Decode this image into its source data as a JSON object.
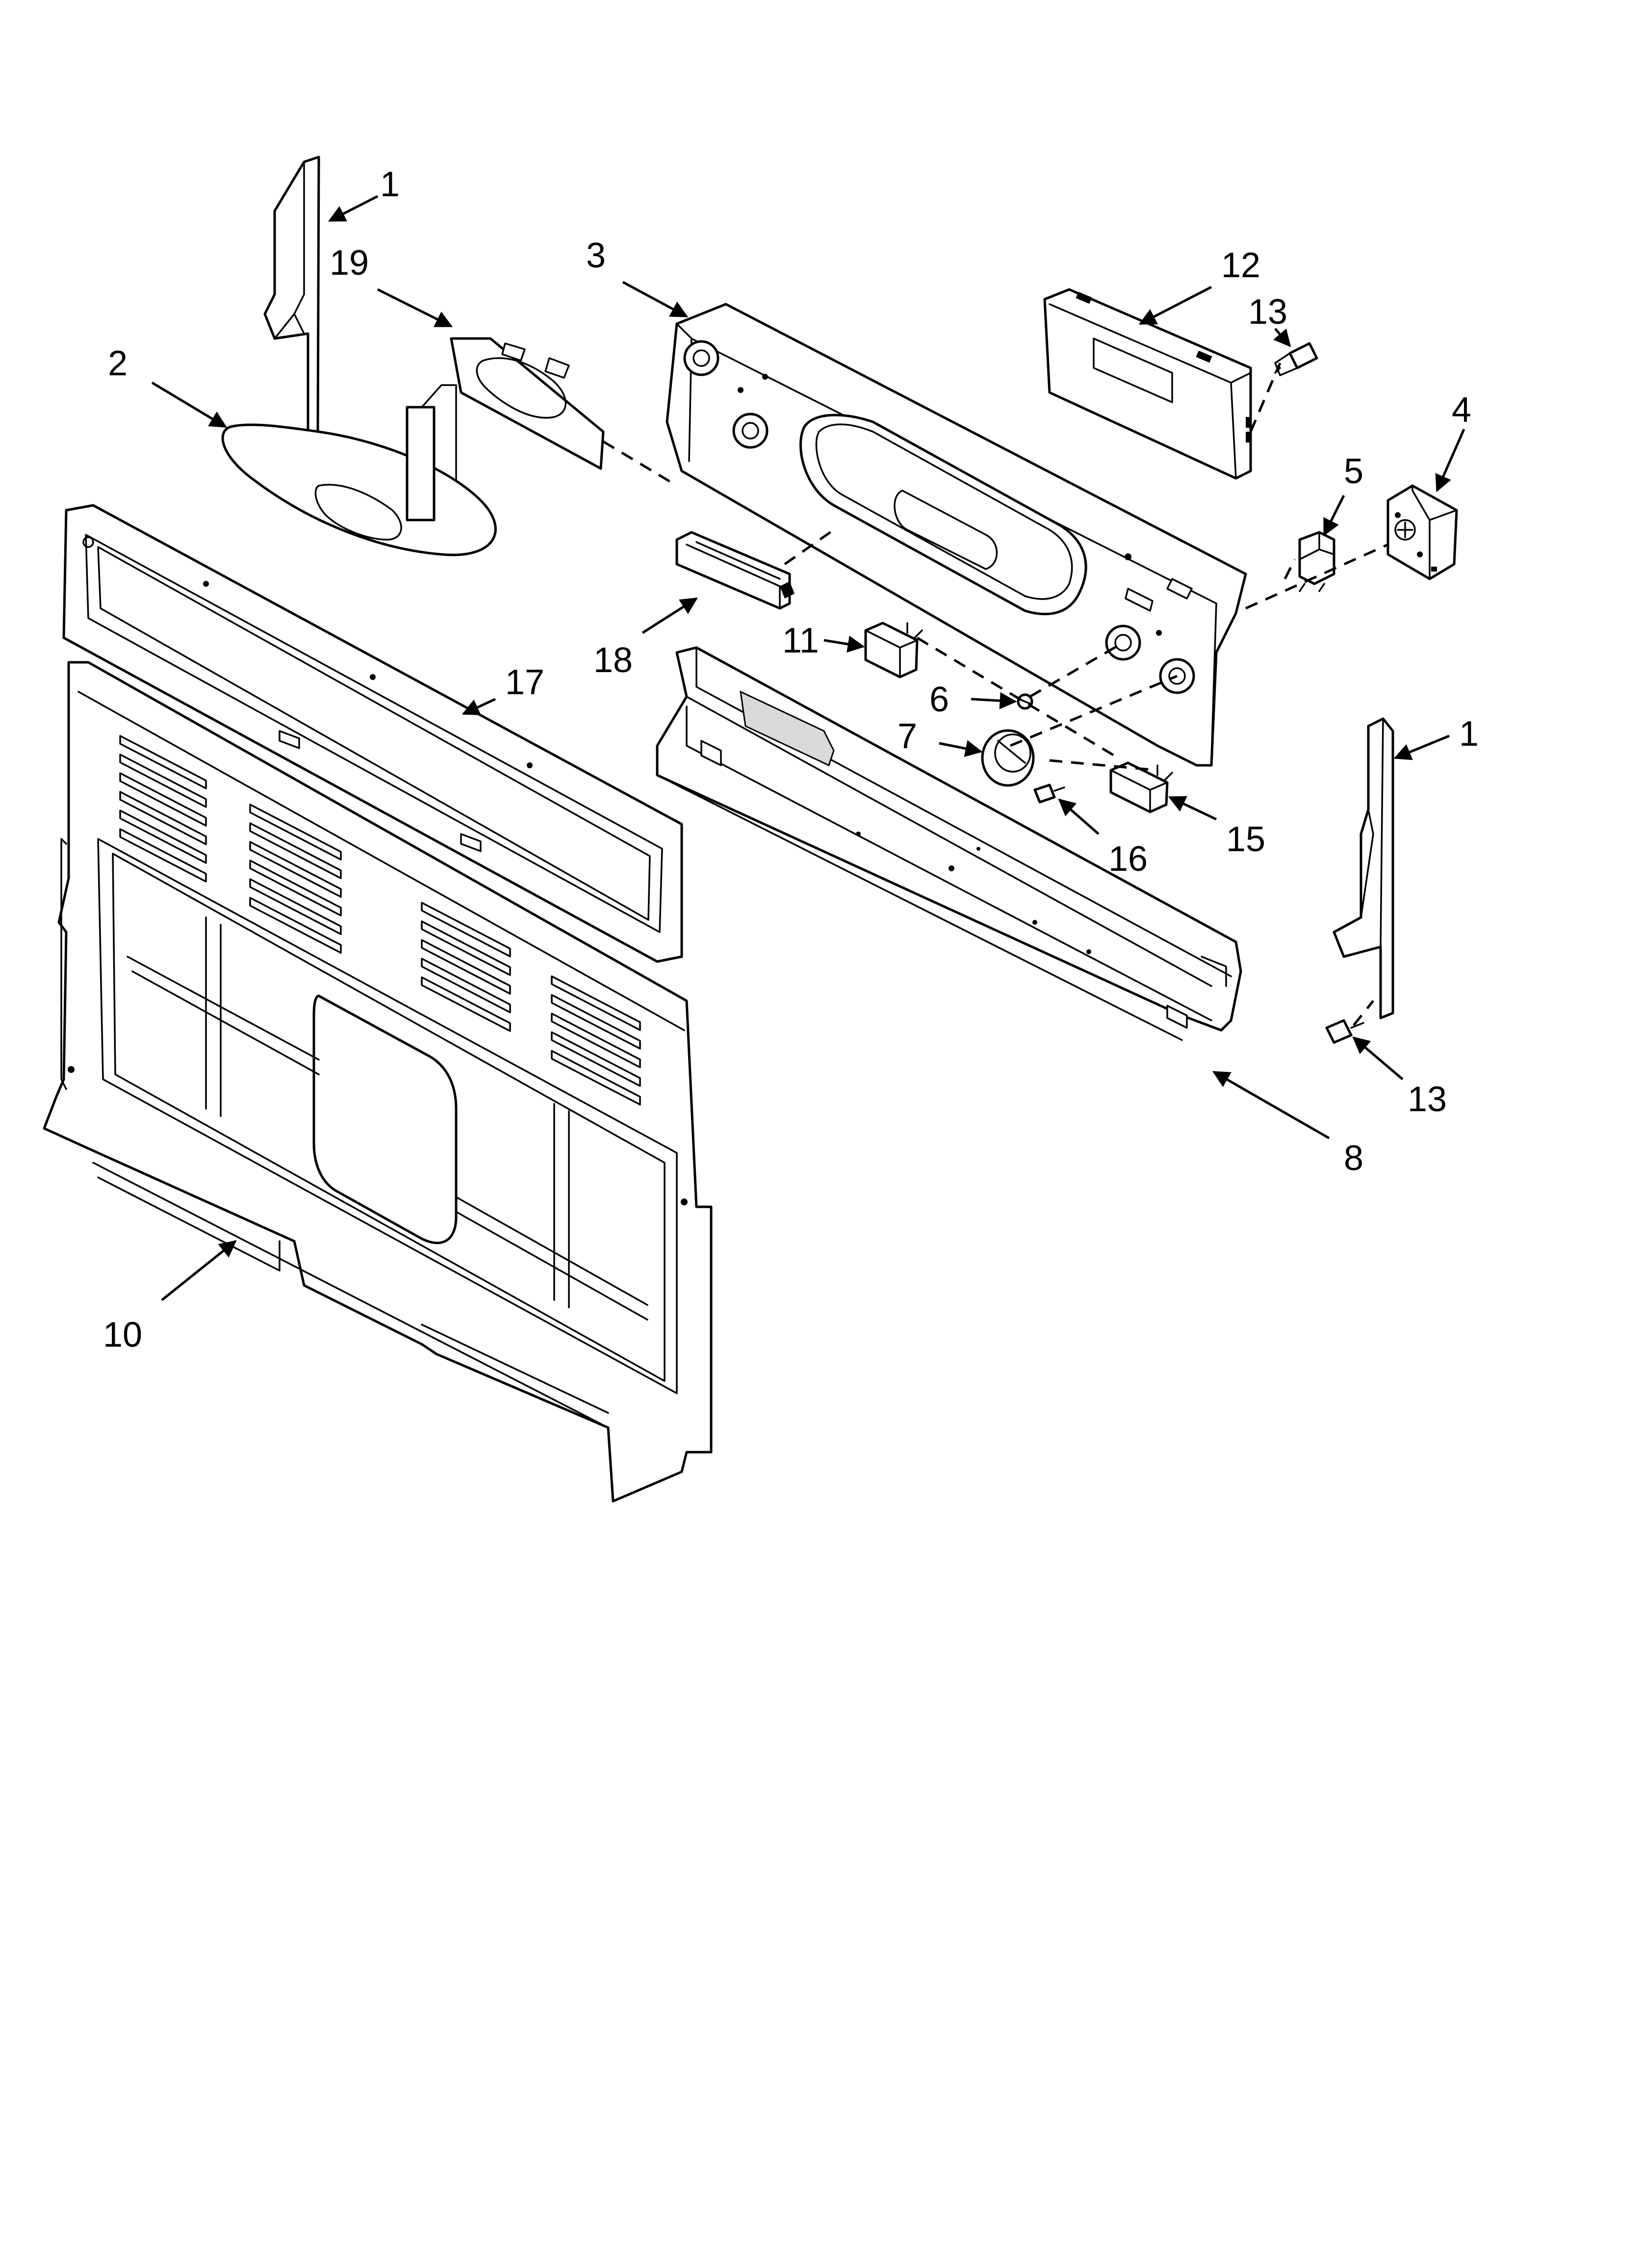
{
  "callouts": {
    "c1a": "1",
    "c19": "19",
    "c3": "3",
    "c12": "12",
    "c13a": "13",
    "c4": "4",
    "c2": "2",
    "c5": "5",
    "c17": "17",
    "c18": "18",
    "c11": "11",
    "c6": "6",
    "c7": "7",
    "c1b": "1",
    "c16": "16",
    "c15": "15",
    "c13b": "13",
    "c8": "8",
    "c10": "10"
  }
}
